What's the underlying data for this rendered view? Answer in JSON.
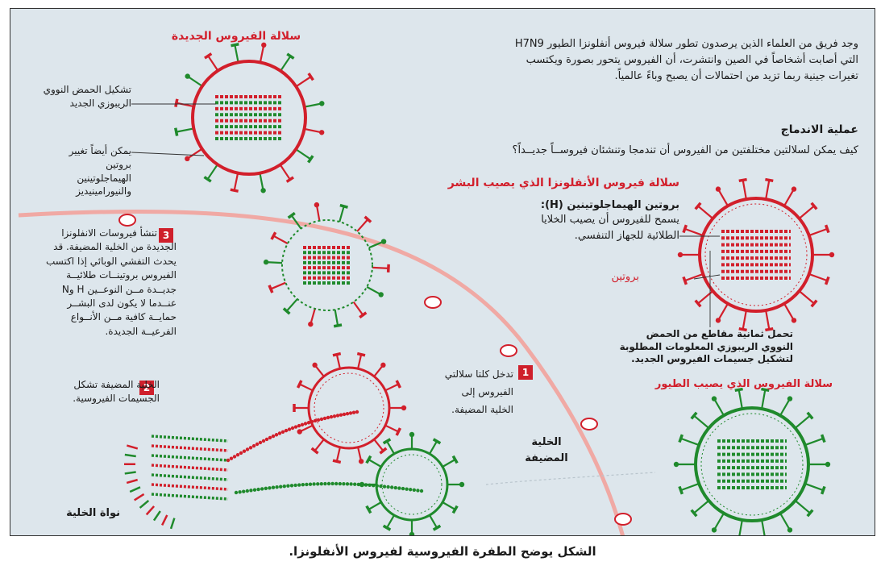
{
  "colors": {
    "red": "#d21f2b",
    "green": "#1f8a2c",
    "background": "#dde6ec",
    "membrane": "#f0a9a4"
  },
  "intro": "وجد فريق من العلماء الذين يرصدون تطور سلالة فيروس أنفلونزا الطيور H7N9 التي أصابت أشخاصاً في الصين وانتشرت، أن الفيروس يتحور بصورة ويكتسب تغيرات جينية ربما تزيد من احتمالات أن يصبح وباءً عالمياً.",
  "fusion": {
    "title": "عملية الاندماج",
    "question": "كيف يمكن لسلالتين مختلفتين من الفيروس أن تندمجا وتنشئان فيروســاً جديــداً؟"
  },
  "labels": {
    "new_strain": "سلالة الفيروس الجديدة",
    "new_rna": "تشكيل الحمض النووي الريبوزي الجديد",
    "protein_change": "يمكن أيضاً تغيير بروتين الهيماجلوتينين والنيورامينيديز",
    "human_strain": "سلالة فيروس الأنفلونزا الذي يصيب البشر",
    "ha_title": "بروتين الهيماجلوتينين (H):",
    "ha_text": "يسمح للفيروس أن يصيب الخلايا الطلائية للجهاز التنفسي.",
    "protein": "بروتين",
    "rna_segments": "تحمل ثمانية مقاطع من الحمض النووي الريبوزي المعلومات المطلوبة لتشكيل جسيمات الفيروس الجديد.",
    "bird_strain": "سلالة الفيروس الذي يصيب الطيور",
    "host_cell": "الخلية المضيفة",
    "nucleus": "نواة الخلية"
  },
  "steps": [
    {
      "number": "1",
      "text": "تدخل كلتا سلالتي الفيروس إلى الخلية المضيفة."
    },
    {
      "number": "2",
      "text": "الخلية المضيفة تشكل الجسيمات الفيروسية."
    },
    {
      "number": "3",
      "text": "تنشأ فيروسات الانفلونزا الجديدة من الخلية المضيفة. قد يحدث التفشي الوبائي إذا اكتسب الفيروس بروتينــات طلائيــة جديــدة مــن النوعــين H وN عنــدما لا يكون لدى البشــر حمايــة كافية مــن الأنــواع الفرعيــة الجديدة."
    }
  ],
  "caption": "الشكل يوضح الطفرة الفيروسية لفيروس الأنفلونزا."
}
